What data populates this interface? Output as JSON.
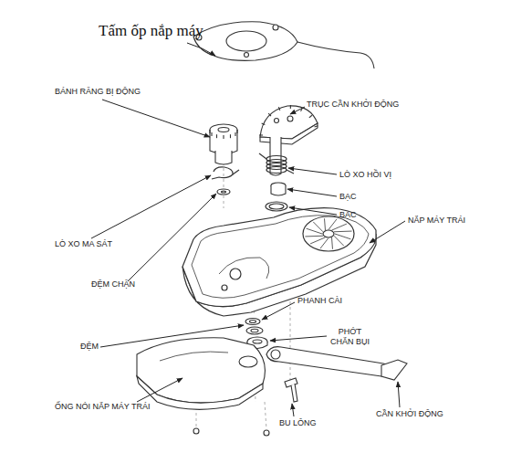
{
  "diagram": {
    "labels": [
      "Tấm ốp nắp máy",
      "BÁNH RĂNG BỊ ĐỘNG",
      "TRỤC CẦN KHỞI ĐỘNG",
      "LÒ XO HỒI VỊ",
      "BẠC",
      "BẠC",
      "NẮP MÁY TRÁI",
      "LÒ XO MA SÁT",
      "ĐỆM CHẶN",
      "PHANH CÀI",
      "PHỚT CHẮN BỤI",
      "ĐỆM",
      "ỐNG NÓI NẮP MÁY TRÁI",
      "BU LÔNG",
      "CẦN KHỞI ĐỘNG"
    ]
  }
}
